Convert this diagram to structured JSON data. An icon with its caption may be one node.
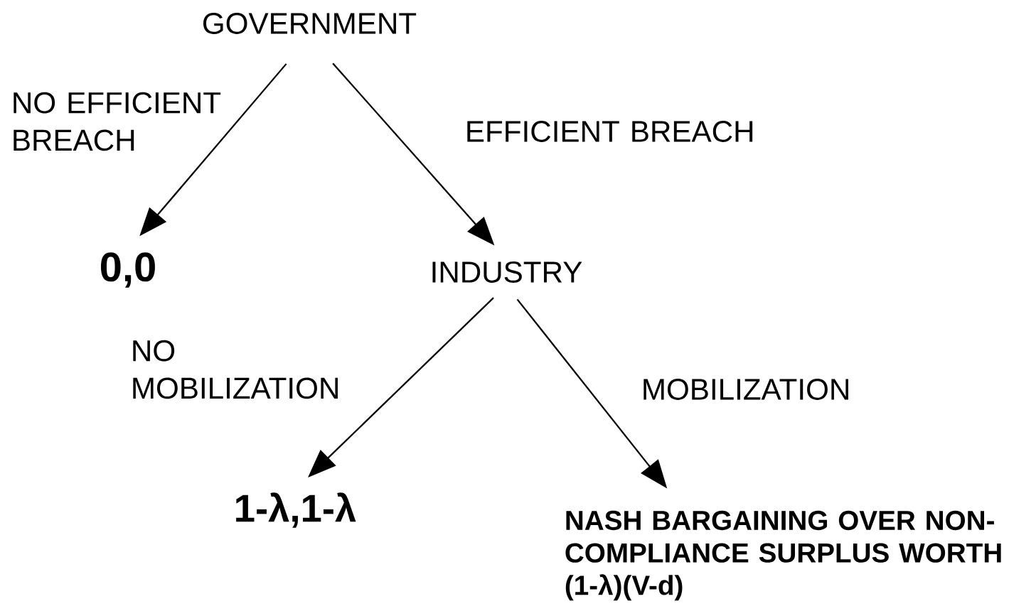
{
  "diagram": {
    "nodes": [
      {
        "text": [
          "GOVERNMENT"
        ]
      },
      {
        "text": [
          "0,0"
        ]
      },
      {
        "text": [
          "INDUSTRY"
        ]
      },
      {
        "text": [
          "1-λ,1-λ"
        ]
      },
      {
        "text": [
          "NASH BARGAINING OVER NON-COMPLIANCE SURPLUS WORTH (1-λ)(V-d)"
        ]
      }
    ],
    "edges": [
      {
        "from": 0,
        "to": 1,
        "arrow": "to",
        "label": "NO EFFICIENT BREACH"
      },
      {
        "from": 0,
        "to": 2,
        "arrow": "to",
        "label": "EFFICIENT BREACH"
      },
      {
        "from": 2,
        "to": 3,
        "arrow": "to",
        "label": "NO MOBILIZATION"
      },
      {
        "from": 2,
        "to": 4,
        "arrow": "to",
        "label": "MOBILIZATION"
      }
    ]
  }
}
